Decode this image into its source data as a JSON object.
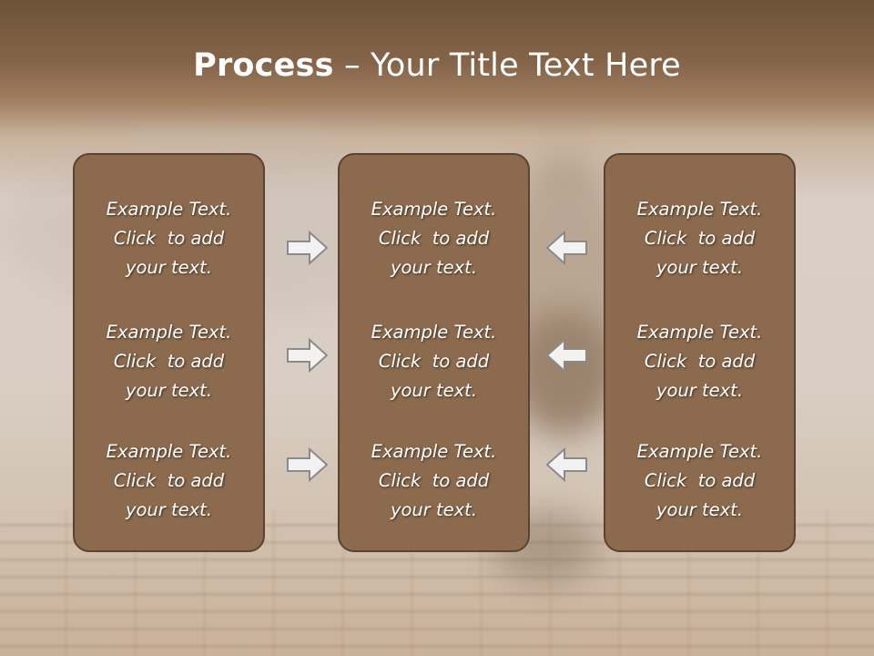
{
  "slide": {
    "title_bold": "Process",
    "title_rest": " – Your Title Text Here"
  },
  "columns": [
    {
      "items": [
        {
          "line1": "Example Text.",
          "line2": "Click  to add",
          "line3": "your text."
        },
        {
          "line1": "Example Text.",
          "line2": "Click  to add",
          "line3": "your text."
        },
        {
          "line1": "Example Text.",
          "line2": "Click  to add",
          "line3": "your text."
        }
      ]
    },
    {
      "items": [
        {
          "line1": "Example Text.",
          "line2": "Click  to add",
          "line3": "your text."
        },
        {
          "line1": "Example Text.",
          "line2": "Click  to add",
          "line3": "your text."
        },
        {
          "line1": "Example Text.",
          "line2": "Click  to add",
          "line3": "your text."
        }
      ]
    },
    {
      "items": [
        {
          "line1": "Example Text.",
          "line2": "Click  to add",
          "line3": "your text."
        },
        {
          "line1": "Example Text.",
          "line2": "Click  to add",
          "line3": "your text."
        },
        {
          "line1": "Example Text.",
          "line2": "Click  to add",
          "line3": "your text."
        }
      ]
    }
  ],
  "arrows": {
    "left_group": [
      "right-arrow-icon",
      "right-arrow-icon",
      "right-arrow-icon"
    ],
    "right_group": [
      "left-arrow-icon",
      "left-arrow-icon",
      "left-arrow-icon"
    ]
  },
  "colors": {
    "box_fill": "#8b6a4d",
    "box_border": "#5a4330",
    "arrow_fill": "#f4f2f0",
    "arrow_stroke": "#8a8a8a",
    "title_text": "#ffffff"
  }
}
